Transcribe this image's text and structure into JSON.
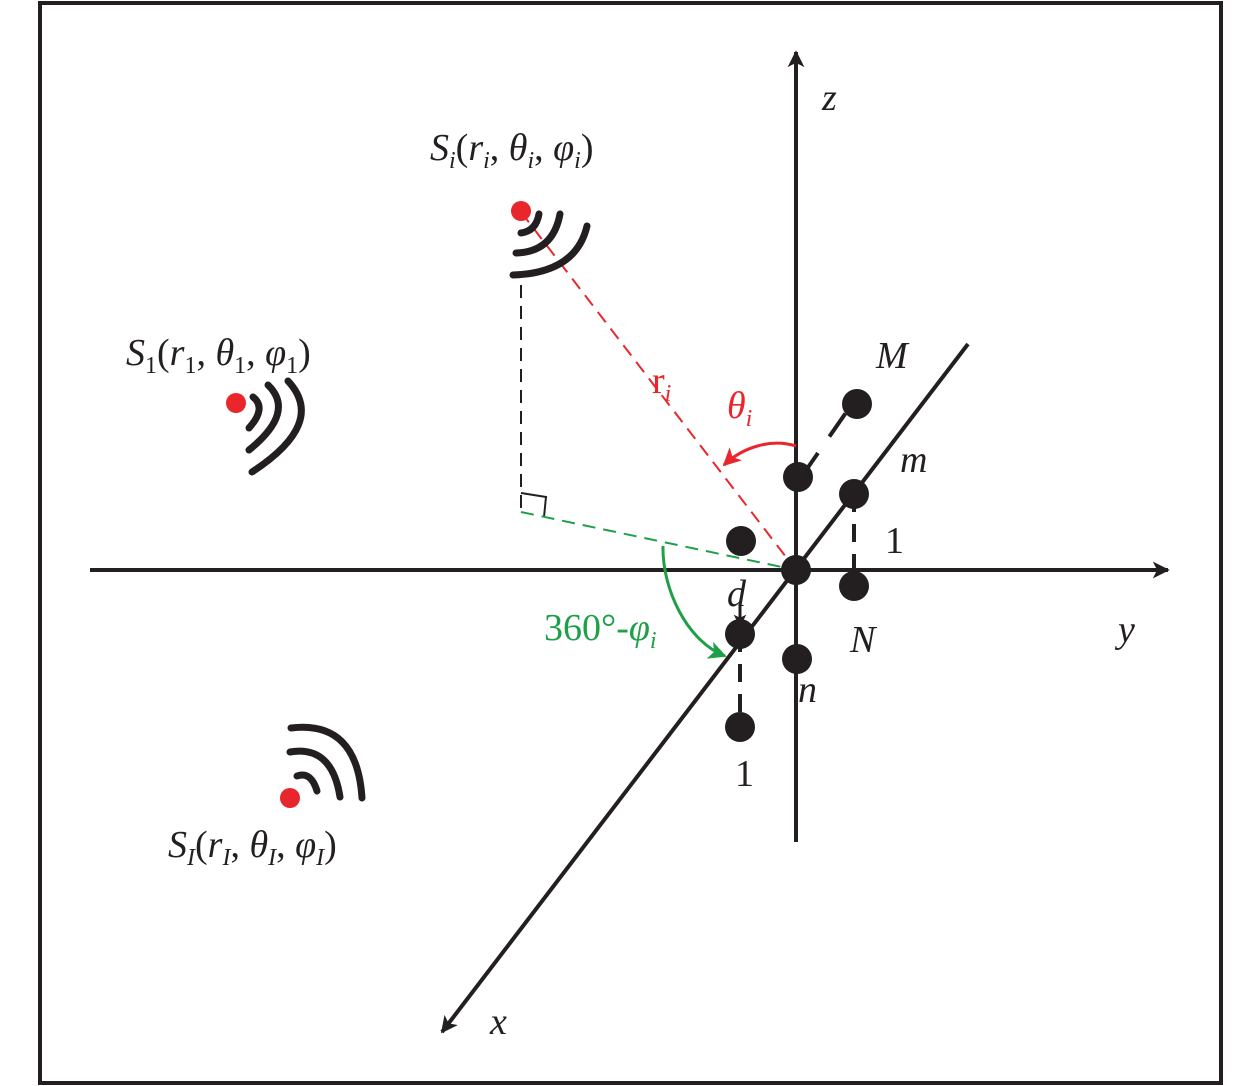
{
  "axes": {
    "z": "z",
    "y": "y",
    "x": "x"
  },
  "sources": {
    "si": {
      "s": "S",
      "i": "i",
      "open": "(",
      "r": "r",
      "th": "θ",
      "ph": "φ",
      "sep": ", ",
      "close": ")"
    },
    "s1": {
      "s": "S",
      "i": "1",
      "open": "(",
      "r": "r",
      "th": "θ",
      "ph": "φ",
      "sep": ", ",
      "close": ")"
    },
    "sI": {
      "s": "S",
      "i": "I",
      "open": "(",
      "r": "r",
      "th": "θ",
      "ph": "φ",
      "sep": ", ",
      "close": ")"
    }
  },
  "array_labels": {
    "M": "M",
    "m": "m",
    "one_right": "1",
    "N": "N",
    "n": "n",
    "one_bottom": "1",
    "d": "d"
  },
  "range_label": {
    "main": "r",
    "sub": "i"
  },
  "theta_label": {
    "main": "θ",
    "sub": "i"
  },
  "phi_label": {
    "prefix": "360°-",
    "main": "φ",
    "sub": "i"
  },
  "colors": {
    "ink": "#231f20",
    "red": "#e8262c",
    "green": "#1fa048"
  }
}
